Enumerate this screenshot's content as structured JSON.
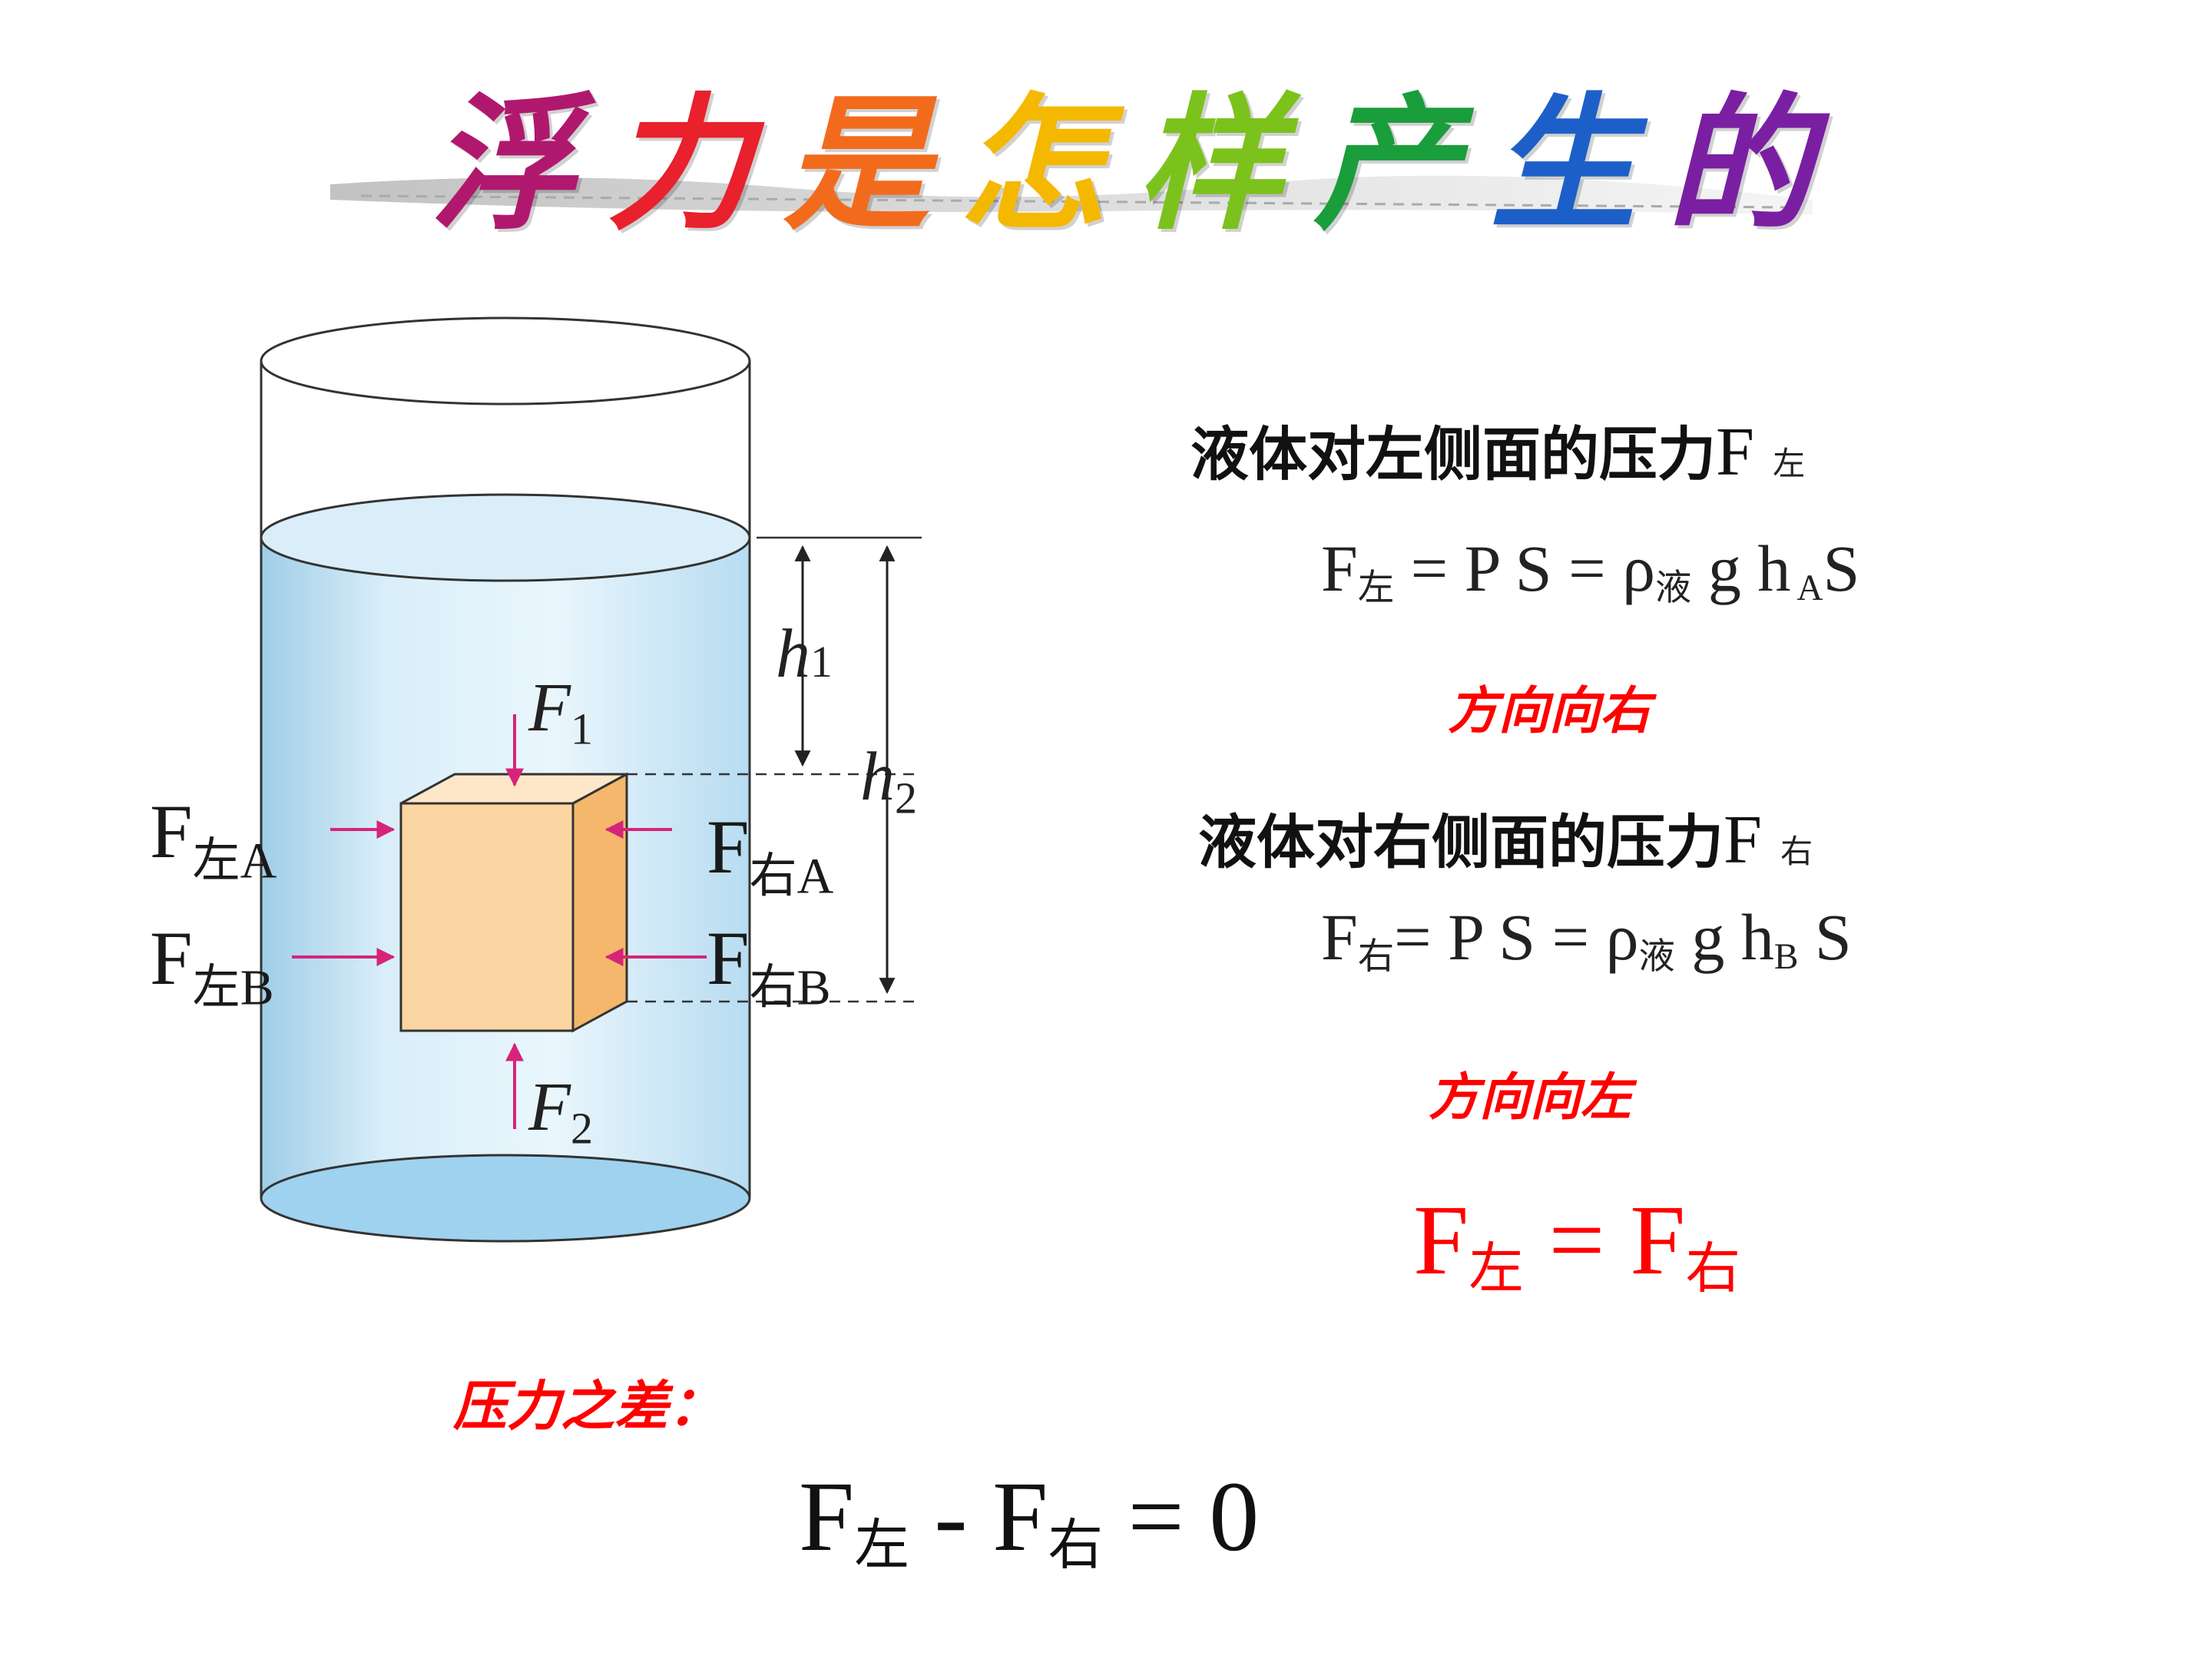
{
  "title": {
    "chars": [
      {
        "t": "浮",
        "color": "#b0186e"
      },
      {
        "t": "力",
        "color": "#e8212c"
      },
      {
        "t": "是",
        "color": "#f26b1d"
      },
      {
        "t": "怎",
        "color": "#f5b800"
      },
      {
        "t": "样",
        "color": "#7cc21c"
      },
      {
        "t": "产",
        "color": "#1a9d3b"
      },
      {
        "t": "生",
        "color": "#1d5fc9"
      },
      {
        "t": "的",
        "color": "#7a1fa2"
      }
    ]
  },
  "diagram": {
    "h1": "h",
    "h1_sub": "1",
    "h2": "h",
    "h2_sub": "2",
    "F1": "F",
    "F1_sub": "1",
    "F2": "F",
    "F2_sub": "2",
    "FLA": {
      "F": "F",
      "cn": "左",
      "lt": "A"
    },
    "FLB": {
      "F": "F",
      "cn": "左",
      "lt": "B"
    },
    "FRA": {
      "F": "F",
      "cn": "右",
      "lt": "A"
    },
    "FRB": {
      "F": "F",
      "cn": "右",
      "lt": "B"
    }
  },
  "left_side": {
    "heading": "液体对左侧面的压力",
    "heading_F": "F",
    "heading_sub": "左",
    "formula": {
      "F": "F",
      "sub": "左",
      "mid": " = P S = ρ",
      "rho_sub": "液",
      "g": " g h",
      "h_sub": "A",
      "end": "S"
    },
    "direction": "方向向右"
  },
  "right_side": {
    "heading": "液体对右侧面的压力",
    "heading_F": "F",
    "heading_sub": "右",
    "formula": {
      "F": "F",
      "sub": "右",
      "mid": "= P S = ρ",
      "rho_sub": "液",
      "g": " g h",
      "h_sub": "B",
      "end": " S"
    },
    "direction": "方向向左"
  },
  "equality": {
    "F1": "F",
    "sub1": "左",
    "eq": " = ",
    "F2": "F",
    "sub2": "右"
  },
  "difference": {
    "label": "压力之差：",
    "F1": "F",
    "sub1": "左",
    "minus": " - ",
    "F2": "F",
    "sub2": "右",
    "end": " = 0"
  },
  "colors": {
    "water": "#bfe1f5",
    "block_front": "#fbd6a2",
    "block_side": "#f4b76b",
    "arrow": "#d6247a",
    "red": "#ff0000"
  }
}
